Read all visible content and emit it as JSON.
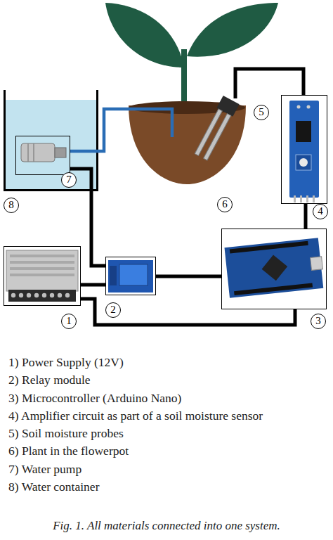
{
  "diagram": {
    "caption": "Fig. 1. All materials connected into one system.",
    "nodes": [
      {
        "text": [
          "8"
        ]
      },
      {
        "text": [
          "7"
        ],
        "in": 0
      },
      {
        "text": [
          "6"
        ]
      },
      {
        "text": [
          "5"
        ]
      },
      {
        "text": [
          "4"
        ]
      },
      {
        "text": [
          "1"
        ]
      },
      {
        "text": [
          "2"
        ]
      },
      {
        "text": [
          "3"
        ]
      }
    ],
    "edges": [
      {
        "from": 1,
        "to": 2,
        "arrow": "none"
      },
      {
        "from": 4,
        "to": 3,
        "arrow": "none"
      },
      {
        "from": 7,
        "to": 4,
        "arrow": "none"
      },
      {
        "from": 1,
        "to": 6,
        "arrow": "none"
      },
      {
        "from": 5,
        "to": 6,
        "arrow": "none"
      },
      {
        "from": 6,
        "to": 7,
        "arrow": "none"
      },
      {
        "from": 5,
        "to": 7,
        "arrow": "none"
      }
    ],
    "labels": [
      "1) Power Supply (12V)",
      "2) Relay module",
      "3) Microcontroller (Arduino Nano)",
      "4) Amplifier circuit as part of a soil moisture sensor",
      "5) Soil moisture probes",
      "6) Plant in the flowerpot",
      "7) Water pump",
      "8) Water container"
    ]
  }
}
